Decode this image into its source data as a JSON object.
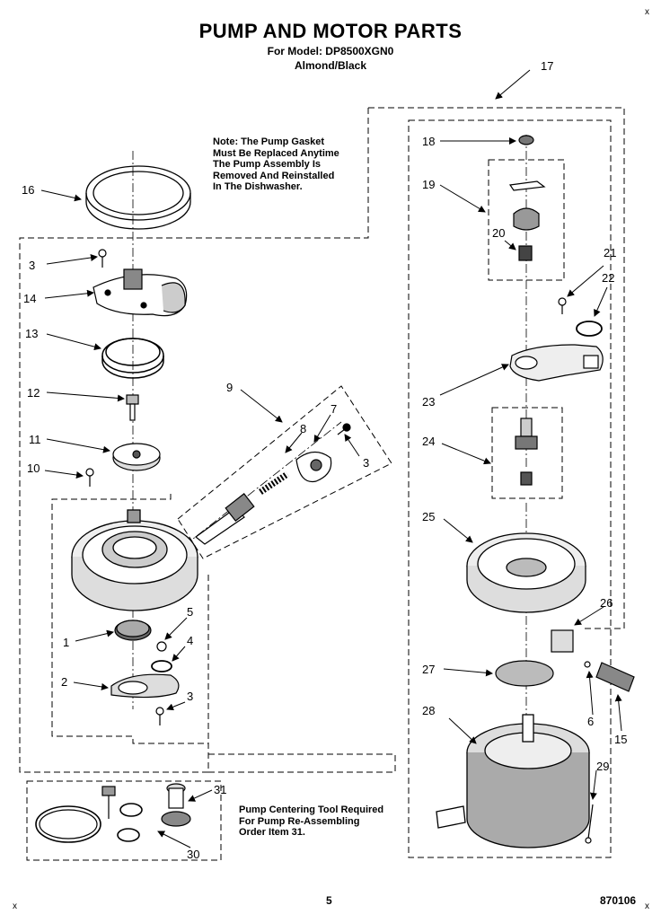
{
  "title": "PUMP AND MOTOR PARTS",
  "model_line": "For Model: DP8500XGN0",
  "color_line": "Almond/Black",
  "note_top": [
    "Note: The Pump Gasket",
    "Must Be Replaced Anytime",
    "The Pump Assembly Is",
    "Removed And Reinstalled",
    "In The Dishwasher."
  ],
  "note_tool": [
    "Pump Centering Tool Required",
    "For Pump Re-Assembling",
    "Order Item 31."
  ],
  "page_number": "5",
  "doc_number": "870106",
  "corner_mark": "x",
  "callouts": {
    "c1": "1",
    "c2": "2",
    "c3a": "3",
    "c3b": "3",
    "c3c": "3",
    "c4": "4",
    "c5": "5",
    "c6": "6",
    "c7": "7",
    "c8": "8",
    "c9": "9",
    "c10": "10",
    "c11": "11",
    "c12": "12",
    "c13": "13",
    "c14": "14",
    "c15": "15",
    "c16": "16",
    "c17": "17",
    "c18": "18",
    "c19": "19",
    "c20": "20",
    "c21": "21",
    "c22": "22",
    "c23": "23",
    "c24": "24",
    "c25": "25",
    "c26": "26",
    "c27": "27",
    "c28": "28",
    "c29": "29",
    "c30": "30",
    "c31": "31"
  }
}
